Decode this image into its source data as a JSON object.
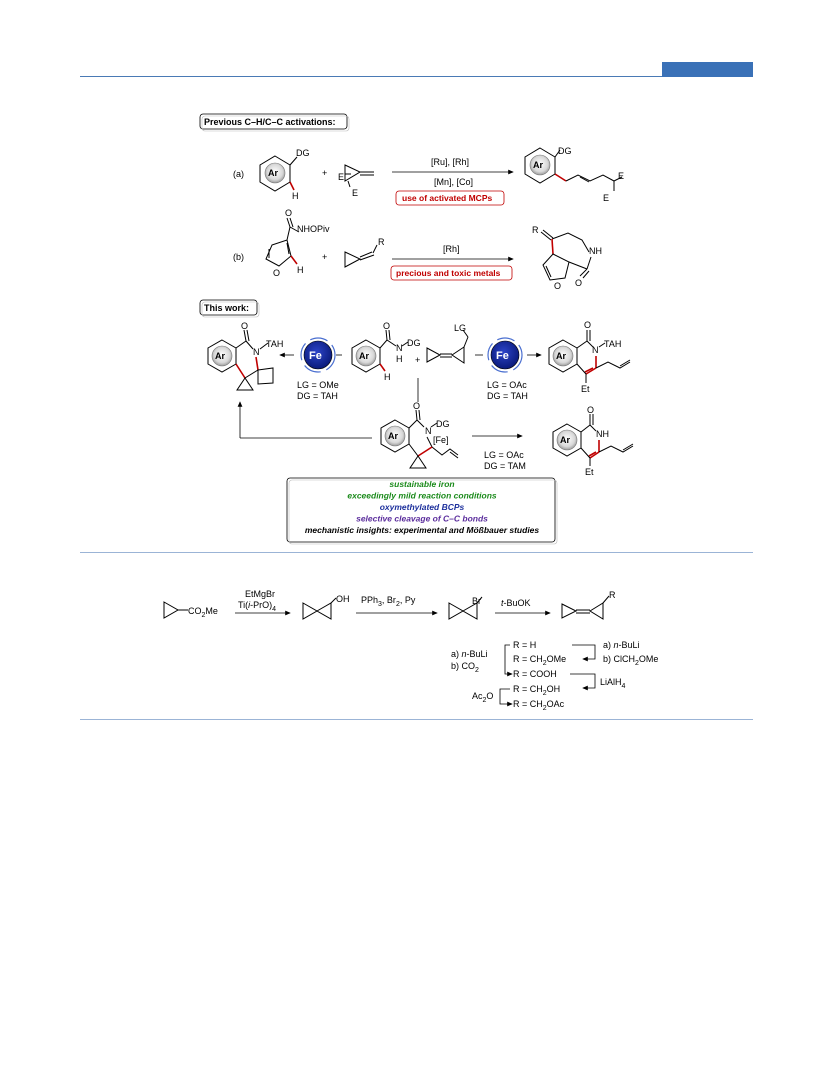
{
  "header": {
    "accent_color": "#3a71b7"
  },
  "scheme1": {
    "previous_label": "Previous C–H/C–C activations:",
    "row_a": {
      "label": "(a)",
      "dg": "DG",
      "ar": "Ar",
      "h": "H",
      "plus": "+",
      "e1": "E",
      "e2": "E",
      "cond_top": "[Ru], [Rh]",
      "cond_bottom": "[Mn], [Co]",
      "note": "use of activated MCPs",
      "prod_dg": "DG",
      "prod_ar": "Ar",
      "prod_e1": "E",
      "prod_e2": "E"
    },
    "row_b": {
      "label": "(b)",
      "o": "O",
      "nhopiv": "NHOPiv",
      "ring_o": "O",
      "h": "H",
      "plus": "+",
      "r": "R",
      "cond": "[Rh]",
      "note": "precious and toxic metals",
      "prod_r": "R",
      "prod_nh": "NH",
      "prod_o1": "O",
      "prod_o2": "O"
    },
    "this_work_label": "This work:",
    "this_work": {
      "left_o": "O",
      "left_n": "N",
      "left_tah": "TAH",
      "left_ar": "Ar",
      "fe_left": "Fe",
      "lg_left": "LG = OMe",
      "dg_left": "DG = TAH",
      "sm_o": "O",
      "sm_n": "N",
      "sm_h": "H",
      "sm_dg": "DG",
      "sm_ar": "Ar",
      "sm_h2": "H",
      "plus": "+",
      "lg": "LG",
      "fe_right": "Fe",
      "lg_right": "LG = OAc",
      "dg_right": "DG = TAH",
      "right_o": "O",
      "right_n": "N",
      "right_tah": "TAH",
      "right_ar": "Ar",
      "right_et": "Et",
      "int_o": "O",
      "int_n": "N",
      "int_dg": "DG",
      "int_fe": "[Fe]",
      "int_ar": "Ar",
      "lg_bottom": "LG = OAc",
      "dg_bottom": "DG = TAM",
      "bottom_o": "O",
      "bottom_nh": "NH",
      "bottom_ar": "Ar",
      "bottom_et": "Et"
    },
    "features": [
      {
        "text": "sustainable iron",
        "color": "#1a8a1a"
      },
      {
        "text": "exceedingly mild reaction conditions",
        "color": "#1a8a1a"
      },
      {
        "text": "oxymethylated BCPs",
        "color": "#1c2f9c"
      },
      {
        "text": "selective cleavage of C–C bonds",
        "color": "#5a2c9c"
      },
      {
        "text": "mechanistic insights: experimental and Mößbauer studies",
        "color": "#000000"
      }
    ]
  },
  "scheme2": {
    "sm": "CO",
    "sm_sub": "2",
    "sm_me": "Me",
    "step1_top": "EtMgBr",
    "step1_bottom_a": "Ti(",
    "step1_bottom_i": "i",
    "step1_bottom_b": "-PrO)",
    "step1_bottom_sub": "4",
    "oh": "OH",
    "step2": "PPh",
    "step2_sub1": "3",
    "step2_mid": ", Br",
    "step2_sub2": "2",
    "step2_end": ", Py",
    "br": "Br",
    "step3_i": "t",
    "step3": "-BuOK",
    "r": "R",
    "left_a": "a) ",
    "left_a_i": "n",
    "left_a_end": "-BuLi",
    "left_b": "b) CO",
    "left_b_sub": "2",
    "r_h": "R = H",
    "r_ch2ome": "R = CH",
    "r_ch2ome_sub": "2",
    "r_ch2ome_end": "OMe",
    "r_cooh": "R = COOH",
    "r_ch2oh": "R = CH",
    "r_ch2oh_sub": "2",
    "r_ch2oh_end": "OH",
    "r_ch2oac": "R = CH",
    "r_ch2oac_sub": "2",
    "r_ch2oac_end": "OAc",
    "right_a": "a) ",
    "right_a_i": "n",
    "right_a_end": "-BuLi",
    "right_b": "b) ClCH",
    "right_b_sub": "2",
    "right_b_end": "OMe",
    "lialh": "LiAlH",
    "lialh_sub": "4",
    "ac2o": "Ac",
    "ac2o_sub": "2",
    "ac2o_end": "O"
  }
}
